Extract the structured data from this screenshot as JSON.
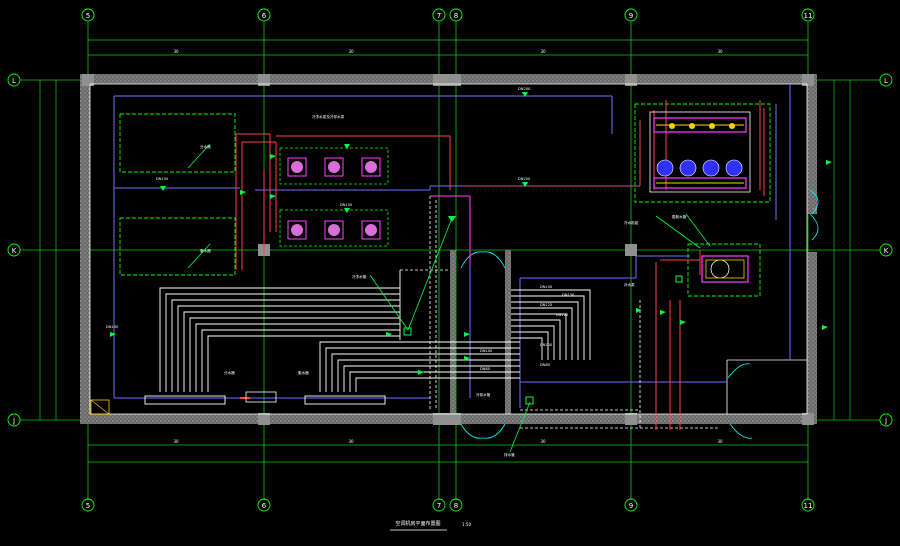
{
  "grid": {
    "vertical_labels": [
      "5",
      "6",
      "7",
      "8",
      "9",
      "11"
    ],
    "horizontal_labels": [
      "L",
      "K",
      "J"
    ]
  },
  "dimensions": {
    "top": [
      "30",
      "30",
      "30",
      "30"
    ],
    "bottom": [
      "30",
      "30",
      "30",
      "30"
    ]
  },
  "title": {
    "main": "空调机房平面布置图",
    "scale": "1:50"
  },
  "labels": {
    "units_caption": "冷冻水泵及冷却水泵",
    "room_a": "分水器",
    "room_b": "集水器",
    "tank_label": "膨胀水箱",
    "chiller_label": "冷水机组",
    "pump_label": "补水泵",
    "pipe_labels": [
      "DN150",
      "DN150",
      "DN125",
      "DN125",
      "DN100",
      "DN100",
      "DN80",
      "DN80"
    ],
    "dn_marks": [
      "DN200",
      "DN200",
      "DN150",
      "DN150",
      "DN100"
    ],
    "callout_left": "冷冻水管",
    "callout_center": "冷却水管",
    "callout_bottom": "排水管",
    "header_left": "分水器",
    "header_right": "集水器"
  },
  "colors": {
    "background": "#000000",
    "grid_line": "#00ff00",
    "wall": "#c8c8c8",
    "pipe_blue": "#8080ff",
    "pipe_white": "#ffffff",
    "pipe_red": "#ff4040",
    "dashed_green": "#00ff00",
    "equipment_magenta": "#ff00ff",
    "marker_green": "#00ff40",
    "chiller_blue": "#4040ff",
    "text": "#ffffff"
  }
}
